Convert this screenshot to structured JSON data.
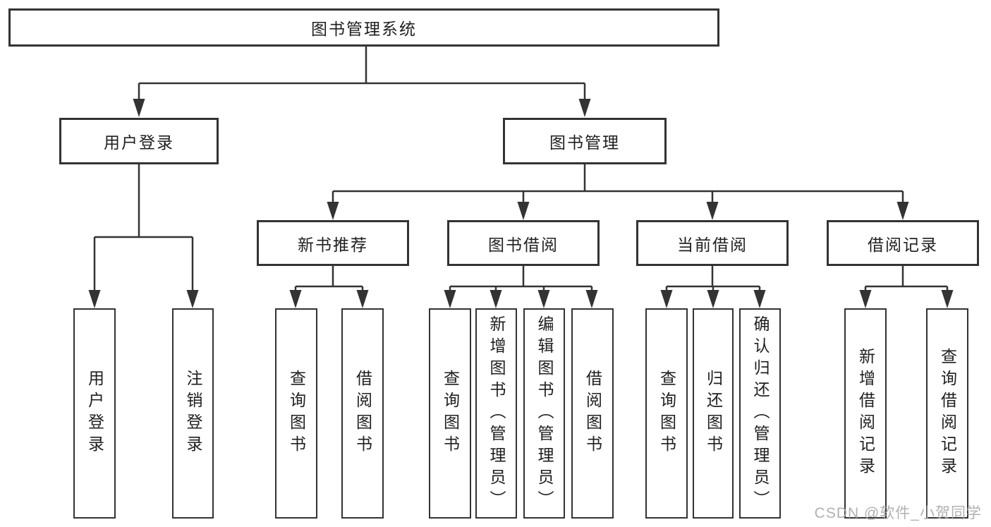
{
  "tree": {
    "root": {
      "label": "图书管理系统"
    },
    "branches": [
      {
        "label": "用户登录",
        "children": [
          {
            "label": "用户登录"
          },
          {
            "label": "注销登录"
          }
        ]
      },
      {
        "label": "图书管理",
        "modules": [
          {
            "label": "新书推荐",
            "children": [
              {
                "label": "查询图书"
              },
              {
                "label": "借阅图书"
              }
            ]
          },
          {
            "label": "图书借阅",
            "children": [
              {
                "label": "查询图书"
              },
              {
                "label": "新增图书（管理员）"
              },
              {
                "label": "编辑图书（管理员）"
              },
              {
                "label": "借阅图书"
              }
            ]
          },
          {
            "label": "当前借阅",
            "children": [
              {
                "label": "查询图书"
              },
              {
                "label": "归还图书"
              },
              {
                "label": "确认归还（管理员）"
              }
            ]
          },
          {
            "label": "借阅记录",
            "children": [
              {
                "label": "新增借阅记录"
              },
              {
                "label": "查询借阅记录"
              }
            ]
          }
        ]
      }
    ]
  },
  "watermark": {
    "text": "CSDN @软件_小贺同学"
  },
  "colors": {
    "line": "#333333",
    "box_border": "#333333",
    "text": "#1f1f1f",
    "watermark": "#a8a8a8",
    "background": "#ffffff"
  }
}
